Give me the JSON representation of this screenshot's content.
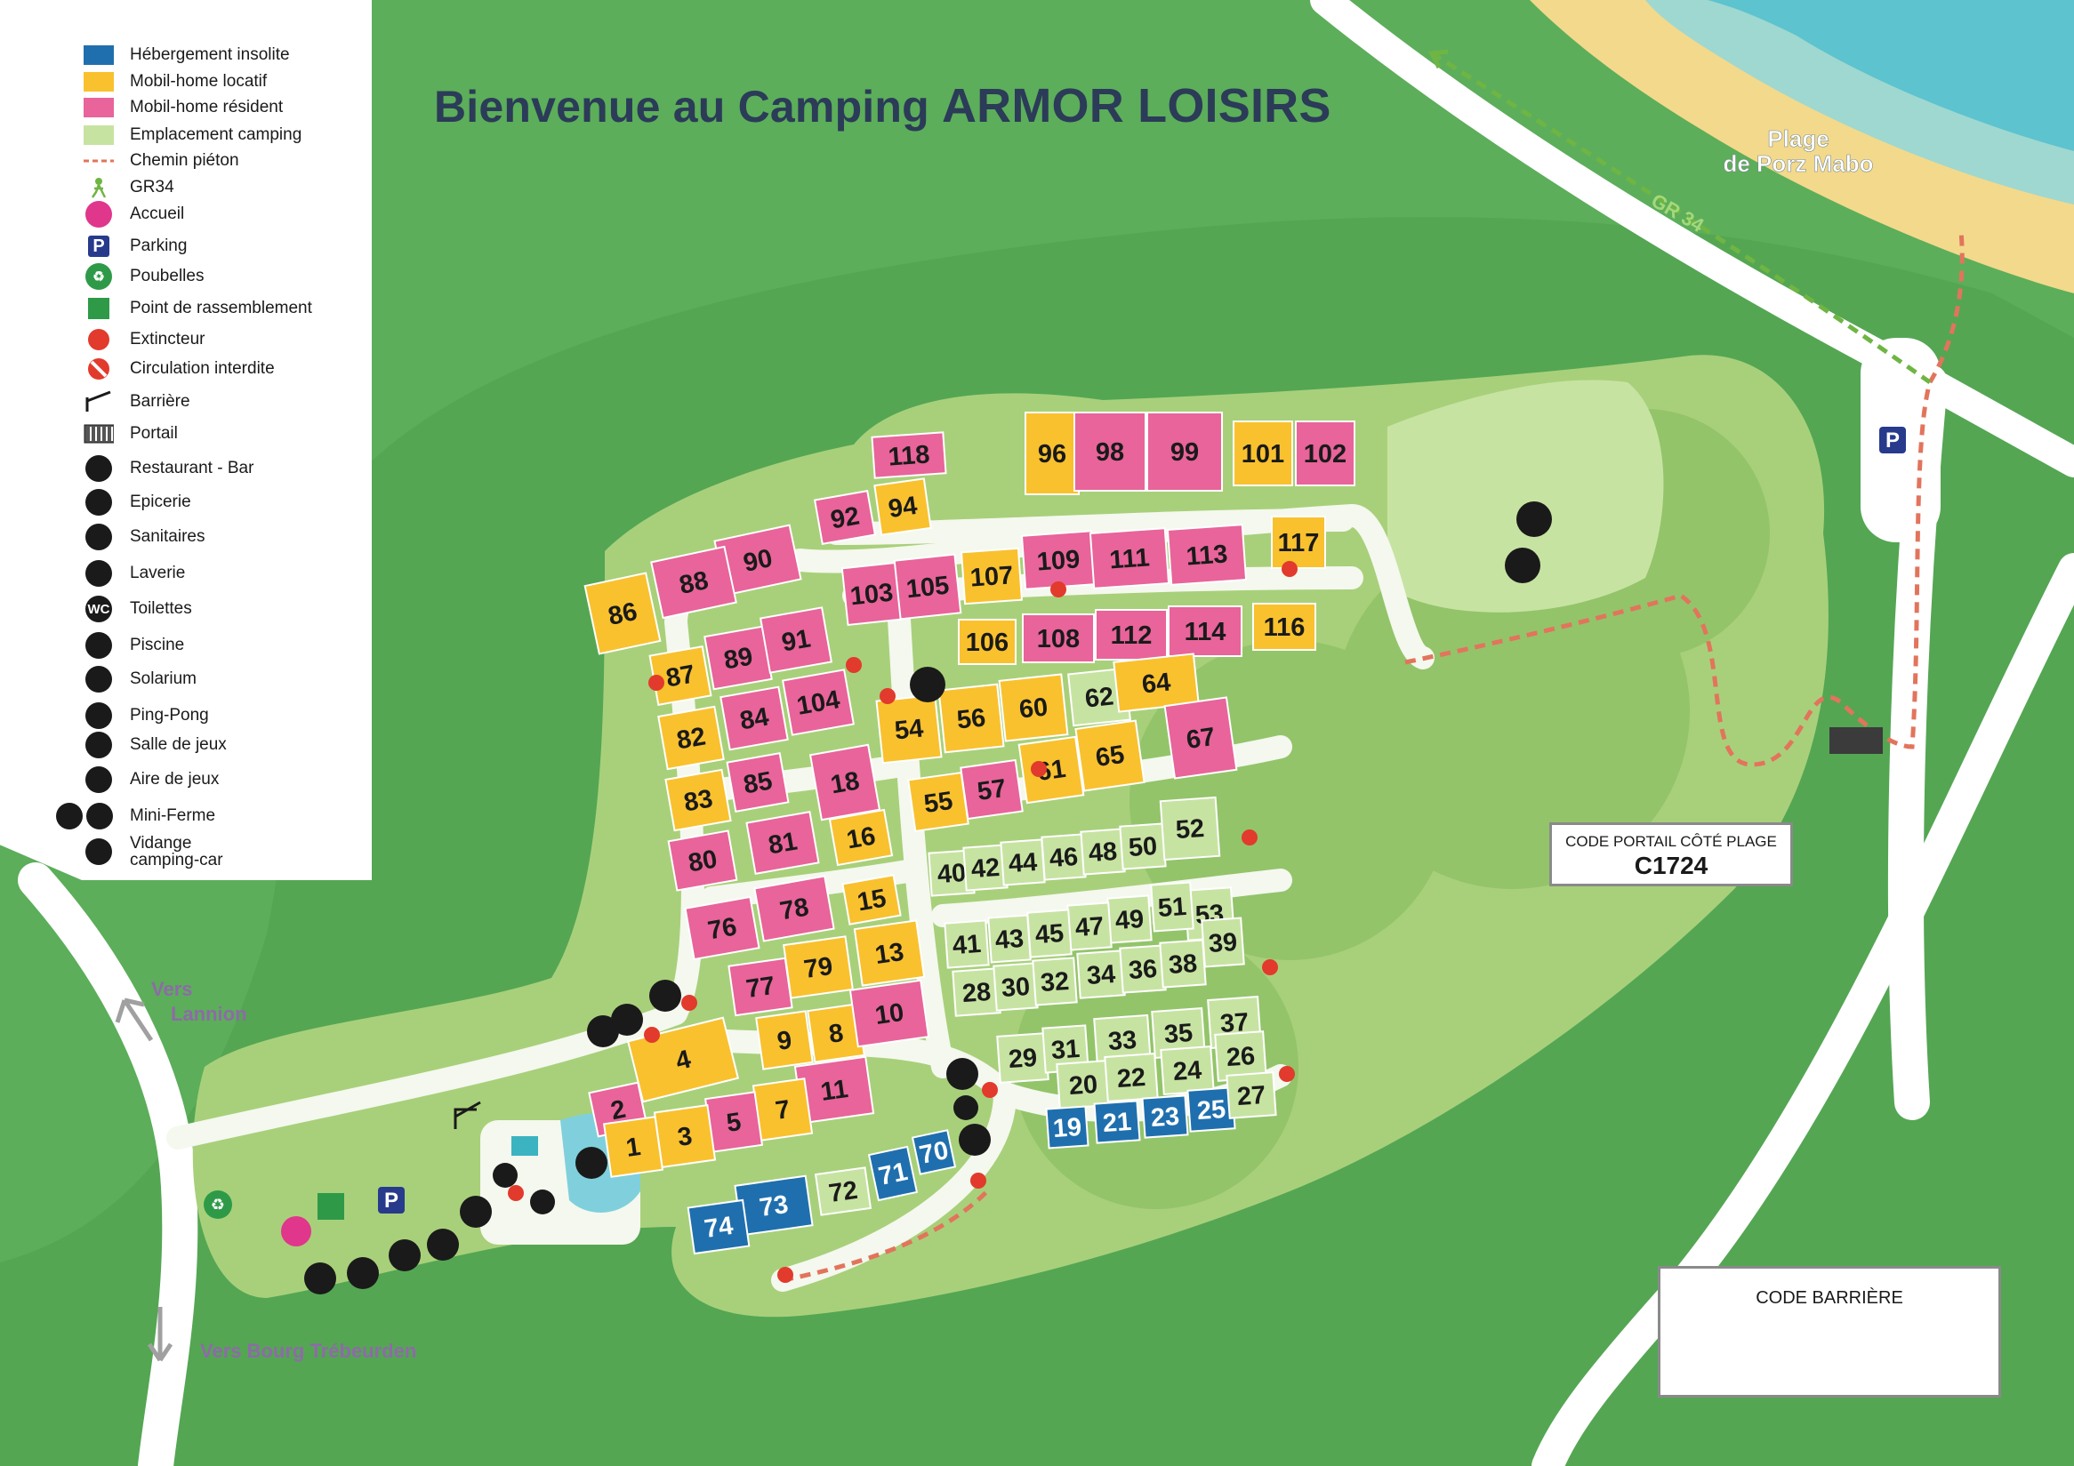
{
  "title": {
    "prefix": "Bienvenue au Camping",
    "brand": "ARMOR LOISIRS"
  },
  "legend": [
    {
      "label": "Hébergement insolite",
      "icon": "blue-swatch-icon",
      "color": "#1f6fae"
    },
    {
      "label": "Mobil-home locatif",
      "icon": "yellow-swatch-icon",
      "color": "#f9c12e"
    },
    {
      "label": "Mobil-home résident",
      "icon": "pink-swatch-icon",
      "color": "#e8649a"
    },
    {
      "label": "Emplacement camping",
      "icon": "light-green-swatch-icon",
      "color": "#c7e3a2"
    },
    {
      "label": "Chemin piéton",
      "icon": "dashed-line-icon",
      "color": "#e2745c"
    },
    {
      "label": "GR34",
      "icon": "hiker-icon",
      "color": "#6fb544"
    },
    {
      "label": "Accueil",
      "icon": "reception-icon",
      "color": "#e0368b"
    },
    {
      "label": "Parking",
      "icon": "parking-icon",
      "color": "#273a8c"
    },
    {
      "label": "Poubelles",
      "icon": "recycle-icon",
      "color": "#2e9a48"
    },
    {
      "label": "Point de rassemblement",
      "icon": "assembly-point-icon",
      "color": "#2e9a48"
    },
    {
      "label": "Extincteur",
      "icon": "extinguisher-icon",
      "color": "#e23a2c"
    },
    {
      "label": "Circulation interdite",
      "icon": "no-entry-icon",
      "color": "#e23a2c"
    },
    {
      "label": "Barrière",
      "icon": "barrier-icon",
      "color": "#1a1a1a"
    },
    {
      "label": "Portail",
      "icon": "gate-icon",
      "color": "#1a1a1a"
    },
    {
      "label": "Restaurant - Bar",
      "icon": "restaurant-icon",
      "color": "#1a1a1a"
    },
    {
      "label": "Epicerie",
      "icon": "grocery-icon",
      "color": "#1a1a1a"
    },
    {
      "label": "Sanitaires",
      "icon": "shower-icon",
      "color": "#1a1a1a"
    },
    {
      "label": "Laverie",
      "icon": "laundry-icon",
      "color": "#1a1a1a"
    },
    {
      "label": "Toilettes",
      "icon": "wc-icon",
      "color": "#1a1a1a",
      "glyph": "WC"
    },
    {
      "label": "Piscine",
      "icon": "pool-icon",
      "color": "#1a1a1a"
    },
    {
      "label": "Solarium",
      "icon": "solarium-icon",
      "color": "#1a1a1a"
    },
    {
      "label": "Ping-Pong",
      "icon": "ping-pong-icon",
      "color": "#1a1a1a"
    },
    {
      "label": "Salle de jeux",
      "icon": "game-room-icon",
      "color": "#1a1a1a"
    },
    {
      "label": "Aire de jeux",
      "icon": "playground-icon",
      "color": "#1a1a1a"
    },
    {
      "label": "Mini-Ferme",
      "icon": "farm-animals-icon",
      "color": "#1a1a1a"
    },
    {
      "label": "Vidange camping-car",
      "label_line1": "Vidange",
      "label_line2": "camping-car",
      "icon": "camper-dump-icon",
      "color": "#1a1a1a"
    }
  ],
  "places": {
    "beach_line1": "Plage",
    "beach_line2": "de Porz Mabo",
    "gr34": "GR 34",
    "to_lannion_line1": "Vers",
    "to_lannion_line2": "Lannion",
    "to_bourg": "Vers Bourg Trébeurden"
  },
  "codes": {
    "portail_label": "CODE PORTAIL CÔTÉ PLAGE",
    "portail_value": "C1724",
    "barriere_label": "CODE BARRIÈRE"
  },
  "plots": [
    {
      "id": "118",
      "cat": "resident"
    },
    {
      "id": "92",
      "cat": "resident"
    },
    {
      "id": "94",
      "cat": "locatif"
    },
    {
      "id": "96",
      "cat": "locatif"
    },
    {
      "id": "98",
      "cat": "resident"
    },
    {
      "id": "99",
      "cat": "resident"
    },
    {
      "id": "101",
      "cat": "locatif"
    },
    {
      "id": "102",
      "cat": "resident"
    },
    {
      "id": "90",
      "cat": "resident"
    },
    {
      "id": "88",
      "cat": "resident"
    },
    {
      "id": "86",
      "cat": "locatif"
    },
    {
      "id": "103",
      "cat": "resident"
    },
    {
      "id": "105",
      "cat": "resident"
    },
    {
      "id": "107",
      "cat": "locatif"
    },
    {
      "id": "109",
      "cat": "resident"
    },
    {
      "id": "111",
      "cat": "resident"
    },
    {
      "id": "113",
      "cat": "resident"
    },
    {
      "id": "117",
      "cat": "locatif"
    },
    {
      "id": "87",
      "cat": "locatif"
    },
    {
      "id": "89",
      "cat": "resident"
    },
    {
      "id": "91",
      "cat": "resident"
    },
    {
      "id": "106",
      "cat": "locatif"
    },
    {
      "id": "108",
      "cat": "resident"
    },
    {
      "id": "112",
      "cat": "resident"
    },
    {
      "id": "114",
      "cat": "resident"
    },
    {
      "id": "116",
      "cat": "locatif"
    },
    {
      "id": "82",
      "cat": "locatif"
    },
    {
      "id": "84",
      "cat": "resident"
    },
    {
      "id": "104",
      "cat": "resident"
    },
    {
      "id": "54",
      "cat": "locatif"
    },
    {
      "id": "56",
      "cat": "locatif"
    },
    {
      "id": "60",
      "cat": "locatif"
    },
    {
      "id": "62",
      "cat": "camping"
    },
    {
      "id": "64",
      "cat": "locatif"
    },
    {
      "id": "83",
      "cat": "locatif"
    },
    {
      "id": "85",
      "cat": "resident"
    },
    {
      "id": "18",
      "cat": "resident"
    },
    {
      "id": "55",
      "cat": "locatif"
    },
    {
      "id": "57",
      "cat": "resident"
    },
    {
      "id": "61",
      "cat": "locatif"
    },
    {
      "id": "65",
      "cat": "locatif"
    },
    {
      "id": "67",
      "cat": "resident"
    },
    {
      "id": "80",
      "cat": "resident"
    },
    {
      "id": "81",
      "cat": "resident"
    },
    {
      "id": "16",
      "cat": "locatif"
    },
    {
      "id": "40",
      "cat": "camping"
    },
    {
      "id": "42",
      "cat": "camping"
    },
    {
      "id": "44",
      "cat": "camping"
    },
    {
      "id": "46",
      "cat": "camping"
    },
    {
      "id": "48",
      "cat": "camping"
    },
    {
      "id": "50",
      "cat": "camping"
    },
    {
      "id": "52",
      "cat": "camping"
    },
    {
      "id": "76",
      "cat": "resident"
    },
    {
      "id": "78",
      "cat": "resident"
    },
    {
      "id": "15",
      "cat": "locatif"
    },
    {
      "id": "53",
      "cat": "camping"
    },
    {
      "id": "51",
      "cat": "camping"
    },
    {
      "id": "49",
      "cat": "camping"
    },
    {
      "id": "47",
      "cat": "camping"
    },
    {
      "id": "45",
      "cat": "camping"
    },
    {
      "id": "43",
      "cat": "camping"
    },
    {
      "id": "41",
      "cat": "camping"
    },
    {
      "id": "77",
      "cat": "resident"
    },
    {
      "id": "79",
      "cat": "locatif"
    },
    {
      "id": "13",
      "cat": "locatif"
    },
    {
      "id": "28",
      "cat": "camping"
    },
    {
      "id": "30",
      "cat": "camping"
    },
    {
      "id": "32",
      "cat": "camping"
    },
    {
      "id": "34",
      "cat": "camping"
    },
    {
      "id": "36",
      "cat": "camping"
    },
    {
      "id": "38",
      "cat": "camping"
    },
    {
      "id": "39",
      "cat": "camping"
    },
    {
      "id": "9",
      "cat": "locatif"
    },
    {
      "id": "8",
      "cat": "locatif"
    },
    {
      "id": "10",
      "cat": "resident"
    },
    {
      "id": "29",
      "cat": "camping"
    },
    {
      "id": "31",
      "cat": "camping"
    },
    {
      "id": "33",
      "cat": "camping"
    },
    {
      "id": "35",
      "cat": "camping"
    },
    {
      "id": "37",
      "cat": "camping"
    },
    {
      "id": "20",
      "cat": "camping"
    },
    {
      "id": "22",
      "cat": "camping"
    },
    {
      "id": "24",
      "cat": "camping"
    },
    {
      "id": "26",
      "cat": "camping"
    },
    {
      "id": "4",
      "cat": "locatif"
    },
    {
      "id": "2",
      "cat": "resident"
    },
    {
      "id": "19",
      "cat": "insolite"
    },
    {
      "id": "21",
      "cat": "insolite"
    },
    {
      "id": "23",
      "cat": "insolite"
    },
    {
      "id": "25",
      "cat": "insolite"
    },
    {
      "id": "27",
      "cat": "camping"
    },
    {
      "id": "11",
      "cat": "resident"
    },
    {
      "id": "7",
      "cat": "locatif"
    },
    {
      "id": "5",
      "cat": "resident"
    },
    {
      "id": "3",
      "cat": "locatif"
    },
    {
      "id": "1",
      "cat": "locatif"
    },
    {
      "id": "70",
      "cat": "insolite"
    },
    {
      "id": "71",
      "cat": "insolite"
    },
    {
      "id": "72",
      "cat": "camping"
    },
    {
      "id": "73",
      "cat": "insolite"
    },
    {
      "id": "74",
      "cat": "insolite"
    }
  ],
  "colors": {
    "insolite": "#1f6fae",
    "locatif": "#f9c12e",
    "resident": "#e8649a",
    "camping": "#c7e3a2",
    "grass": "#5cae5a",
    "grass_dark": "#4fa050",
    "road": "#ffffff",
    "path": "#e2745c",
    "gr34": "#6fb544",
    "sand": "#f3d98c",
    "sea": "#5cc3cf",
    "title": "#2b3b58"
  }
}
